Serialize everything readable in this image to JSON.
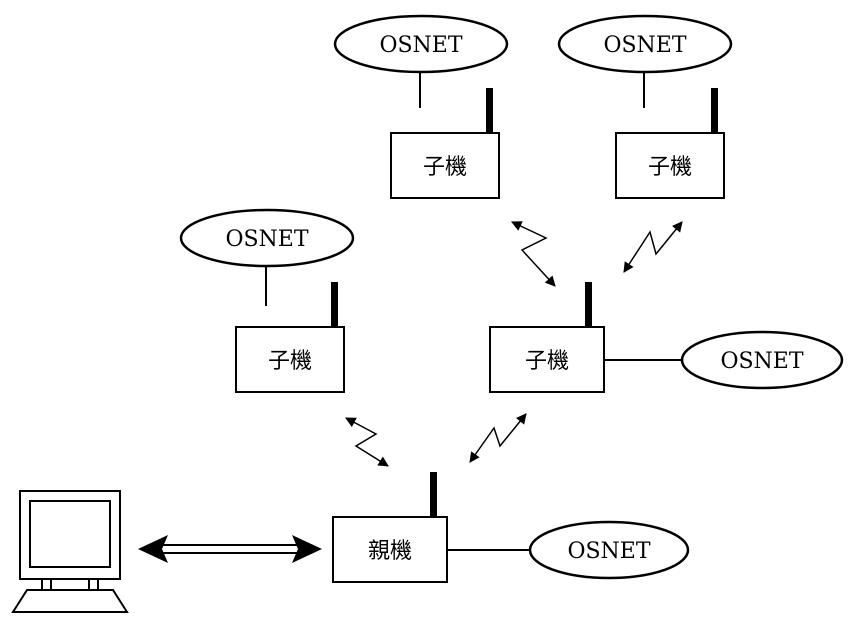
{
  "diagram": {
    "osnet_label": "OSNET",
    "parent_label": "親機",
    "child_label": "子機"
  }
}
